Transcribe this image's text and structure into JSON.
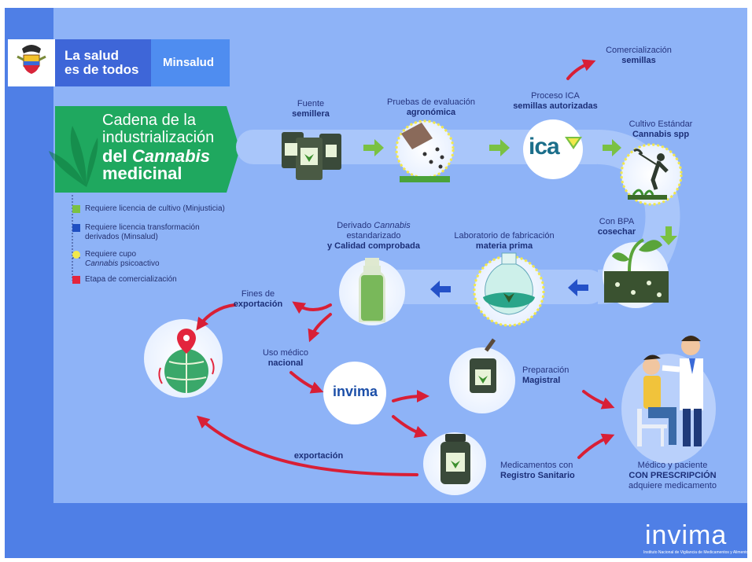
{
  "brand": {
    "slogan_line1": "La salud",
    "slogan_line2": "es de todos",
    "ministry": "Minsalud",
    "footer_logo": "invima",
    "footer_tagline": "Instituto Nacional de Vigilancia de Medicamentos y Alimentos"
  },
  "title": {
    "line1": "Cadena de la",
    "line2": "industrialización",
    "line3_prefix": "del",
    "line3_italic": "Cannabis",
    "line4": "medicinal"
  },
  "legend": [
    {
      "label": "Requiere licencia de cultivo (Minjusticia)",
      "color": "#7ac143"
    },
    {
      "label_line1": "Requiere licencia transformación",
      "label_line2": "derivados (Minsalud)",
      "color": "#1f4fc2"
    },
    {
      "label_line1": "Requiere cupo",
      "label_line2_italic": "Cannabis",
      "label_line2_rest": "psicoactivo",
      "color": "#f2e84b"
    },
    {
      "label": "Etapa de comercialización",
      "color": "#e3253d"
    }
  ],
  "steps": {
    "fuente": {
      "line1": "Fuente",
      "line2": "semillera"
    },
    "pruebas": {
      "line1": "Pruebas de evaluación",
      "line2": "agronómica"
    },
    "ica": {
      "line1": "Proceso ICA",
      "line2": "semillas autorizadas",
      "logo": "ica"
    },
    "comercializacion": {
      "line1": "Comercialización",
      "line2": "semillas"
    },
    "cultivo": {
      "line1": "Cultivo Estándar",
      "line2": "Cannabis spp"
    },
    "cosechar": {
      "line1": "Con BPA",
      "line2": "cosechar"
    },
    "laboratorio": {
      "line1": "Laboratorio de fabricación",
      "line2": "materia prima"
    },
    "derivado": {
      "line1_prefix": "Derivado",
      "line1_italic": "Cannabis",
      "line1b": "estandarizado",
      "line2": "y Calidad comprobada"
    },
    "fines": {
      "line1": "Fines de",
      "line2": "exportación"
    },
    "uso": {
      "line1": "Uso médico",
      "line2": "nacional"
    },
    "preparacion": {
      "line1": "Preparación",
      "line2": "Magistral"
    },
    "medicamentos": {
      "line1": "Medicamentos con",
      "line2": "Registro Sanitario"
    },
    "exportacion": {
      "line2": "exportación"
    },
    "medico": {
      "line1": "Médico y paciente",
      "line2": "CON PRESCRIPCIÓN",
      "line3": "adquiere medicamento"
    }
  },
  "invima_small": "invima",
  "colors": {
    "background": "#8fb4f6",
    "panel": "#6f98ee",
    "track": "#a9c6fa",
    "green_arrow": "#7ac143",
    "blue_arrow": "#2451c8",
    "red_arrow": "#d81f36",
    "title_banner": "#1fa85f",
    "minsalud": "#4f8df0",
    "navy": "#1c2f78"
  }
}
